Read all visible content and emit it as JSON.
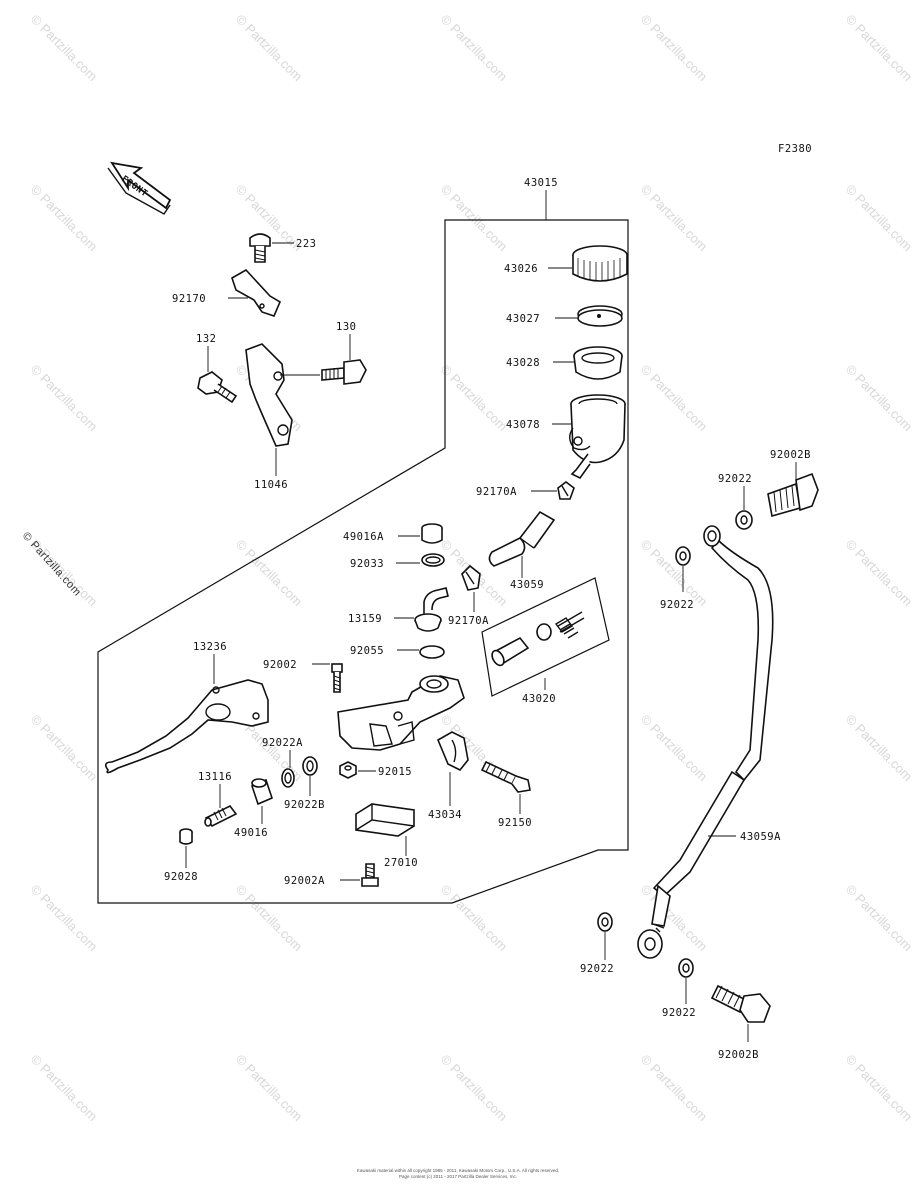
{
  "diagram_code": "F2380",
  "front_label": "FRONT",
  "side_watermark": "© Partzilla.com",
  "watermark_text": "© Partzilla.com",
  "copyright": "Kawasaki material within all copyright 1985 - 2011, Kawasaki Motors Corp., U.S.A. All rights reserved.",
  "copyright2": "Page content (c) 2011 - 2017 Partzilla Dealer Services, Inc.",
  "labels": {
    "p43015": "43015",
    "p43026": "43026",
    "p43027": "43027",
    "p43028": "43028",
    "p43078": "43078",
    "p92170A_top": "92170A",
    "p49016A": "49016A",
    "p92033": "92033",
    "p43059": "43059",
    "p13159": "13159",
    "p92170A_mid": "92170A",
    "p92055": "92055",
    "p43020": "43020",
    "p13236": "13236",
    "p92002": "92002",
    "p92022A": "92022A",
    "p92015": "92015",
    "p13116": "13116",
    "p92022B": "92022B",
    "p49016": "49016",
    "p43034": "43034",
    "p92150": "92150",
    "p27010": "27010",
    "p92028": "92028",
    "p92002A": "92002A",
    "p223": "223",
    "p92170": "92170",
    "p132": "132",
    "p130": "130",
    "p11046": "11046",
    "p92002B_top": "92002B",
    "p92022_a": "92022",
    "p92022_b": "92022",
    "p43059A": "43059A",
    "p92022_c": "92022",
    "p92022_d": "92022",
    "p92002B_bot": "92002B"
  }
}
